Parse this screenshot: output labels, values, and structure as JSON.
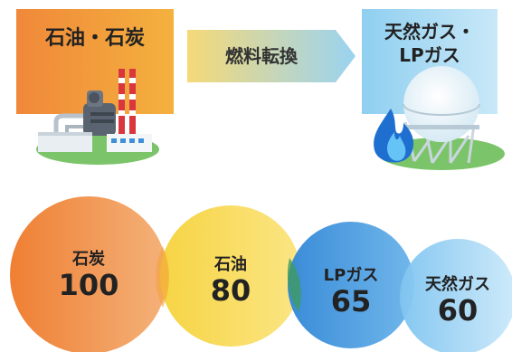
{
  "header": {
    "source_label": "石油・石炭",
    "arrow_label": "燃料転換",
    "target_label_line1": "天然ガス・",
    "target_label_line2": "LPガス"
  },
  "colors": {
    "coal": "#f0883a",
    "oil": "#f7c73c",
    "lpg": "#3c8fd8",
    "gas": "#66b7ea",
    "ground": "#7cc46a"
  },
  "comparison": [
    {
      "name": "石炭",
      "value": "100"
    },
    {
      "name": "石油",
      "value": "80"
    },
    {
      "name": "LPガス",
      "value": "65"
    },
    {
      "name": "天然ガス",
      "value": "60"
    }
  ]
}
